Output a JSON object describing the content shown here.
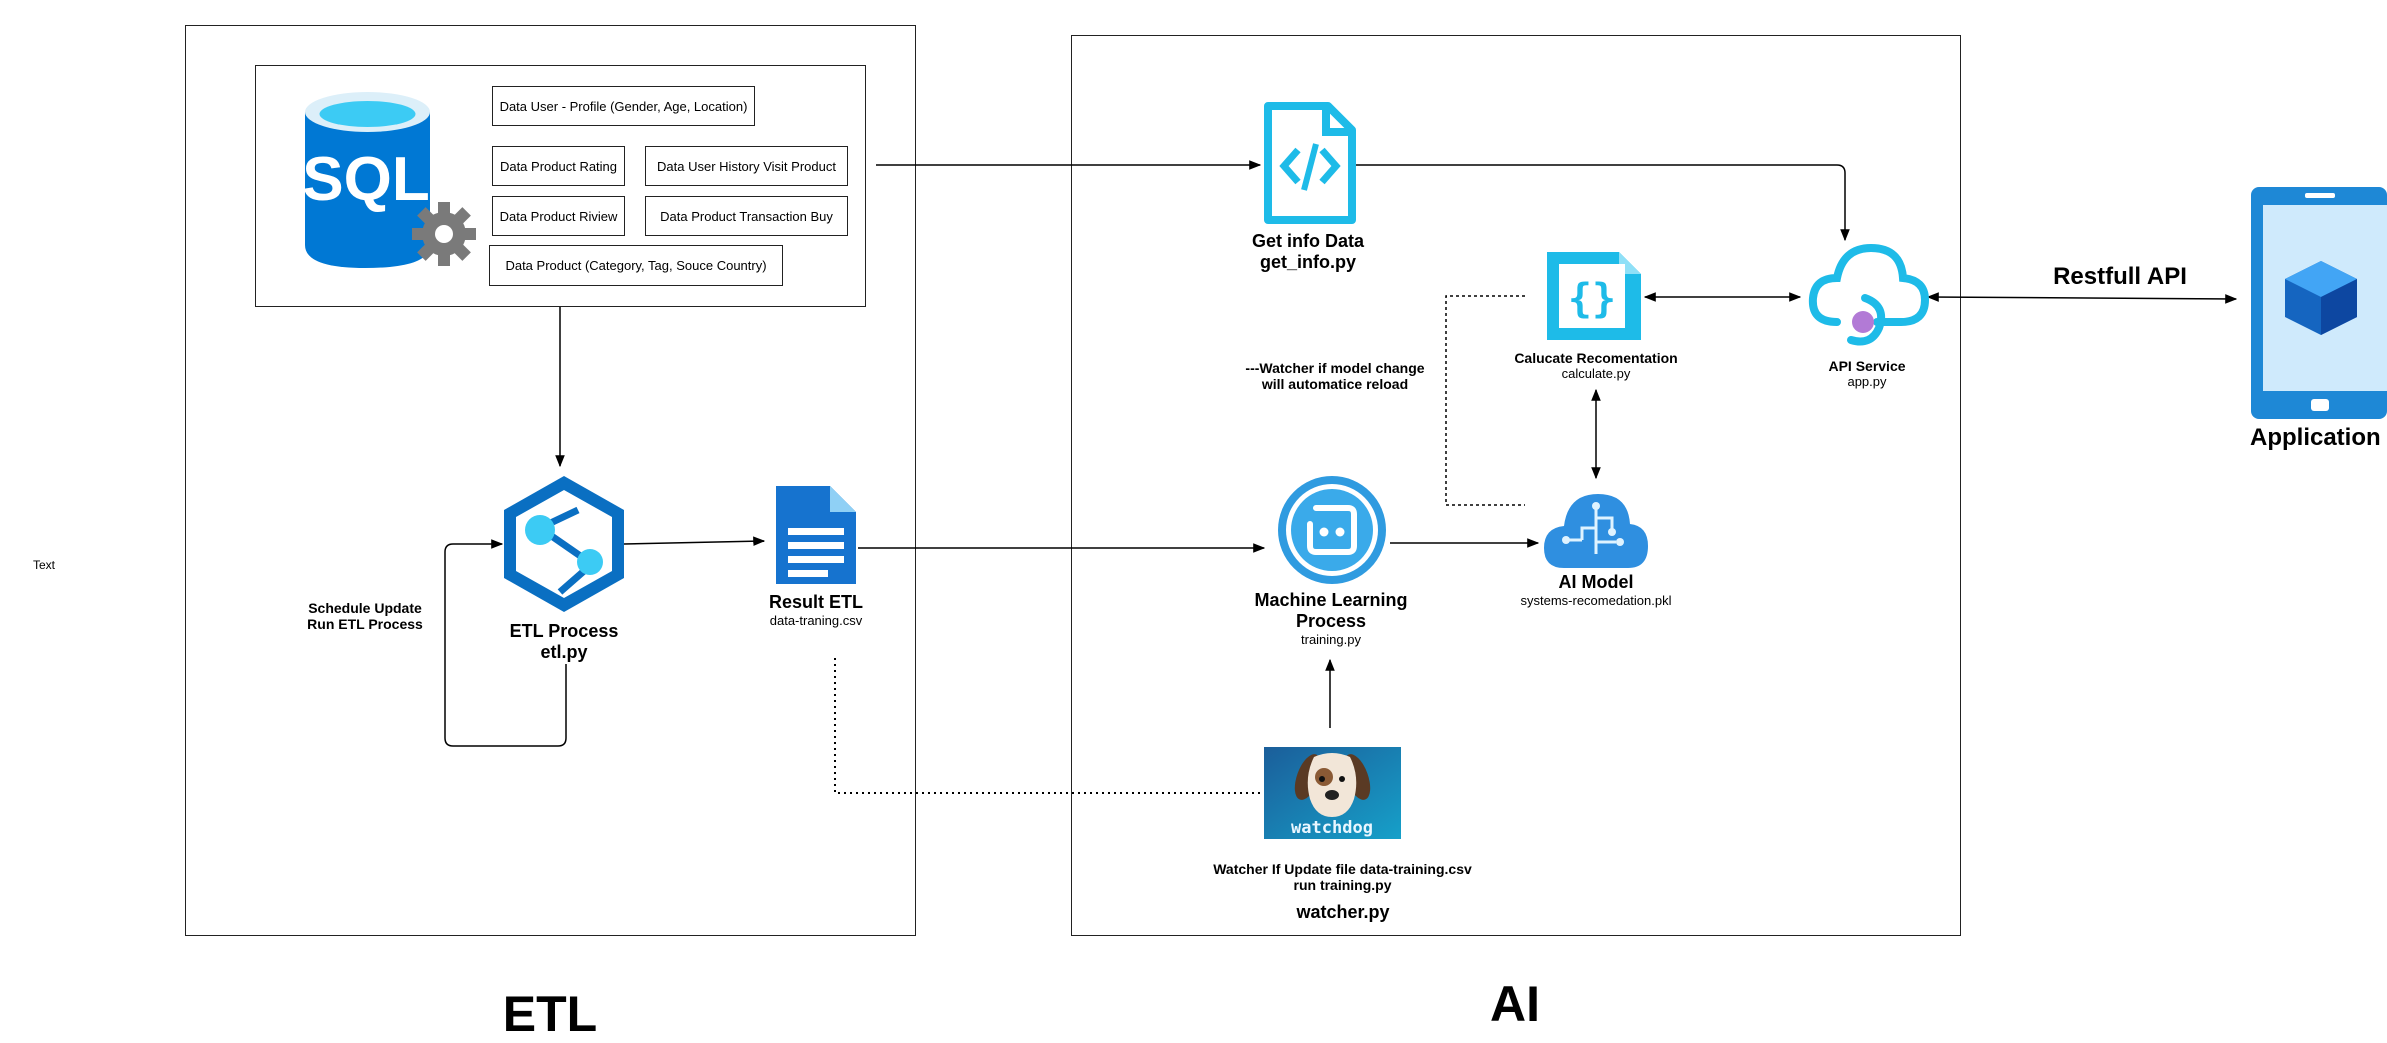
{
  "etl": {
    "section_title": "ETL",
    "sql_logo_text": "SQL",
    "fields": [
      "Data User - Profile  (Gender, Age, Location)",
      "Data Product Rating",
      "Data User History Visit Product",
      "Data Product Riview",
      "Data Product Transaction Buy",
      "Data Product  (Category, Tag,  Souce Country)"
    ],
    "schedule_note": [
      "Schedule Update",
      "Run ETL Process"
    ],
    "etl_process": {
      "title": "ETL Process",
      "file": "etl.py"
    },
    "result": {
      "title": "Result ETL",
      "file": "data-traning.csv"
    }
  },
  "ai": {
    "section_title": "AI",
    "get_info": {
      "title": "Get info Data",
      "file": "get_info.py"
    },
    "calculate": {
      "title": "Calucate Recomentation",
      "file": "calculate.py"
    },
    "api": {
      "title": "API Service",
      "file": "app.py"
    },
    "watcher_model_note": [
      "---Watcher if model change",
      "will automatice reload"
    ],
    "ml": {
      "title_line1": "Machine Learning",
      "title_line2": "Process",
      "file": "training.py"
    },
    "ai_model": {
      "title": "AI Model",
      "file": "systems-recomedation.pkl"
    },
    "watchdog_logo_text": "watchdog",
    "watcher": {
      "line1": "Watcher If Update file data-training.csv",
      "line2": "run training.py",
      "file": "watcher.py"
    }
  },
  "restful_label": "Restfull API",
  "application_label": "Application",
  "stray_text": "Text",
  "colors": {
    "azure_blue": "#0078d4",
    "azure_cyan": "#50e6ff",
    "file_cyan": "#1ebbe8",
    "ml_blue": "#2f9be0",
    "watchdog_bg": "#1f6fa6",
    "phone_blue": "#1e88d6"
  },
  "icons": [
    "sql-database-icon",
    "gear-icon",
    "etl-hexagon-icon",
    "document-icon",
    "code-file-icon",
    "json-file-icon",
    "cloud-api-icon",
    "ml-bot-icon",
    "ai-cloud-icon",
    "watchdog-logo",
    "mobile-app-icon"
  ]
}
